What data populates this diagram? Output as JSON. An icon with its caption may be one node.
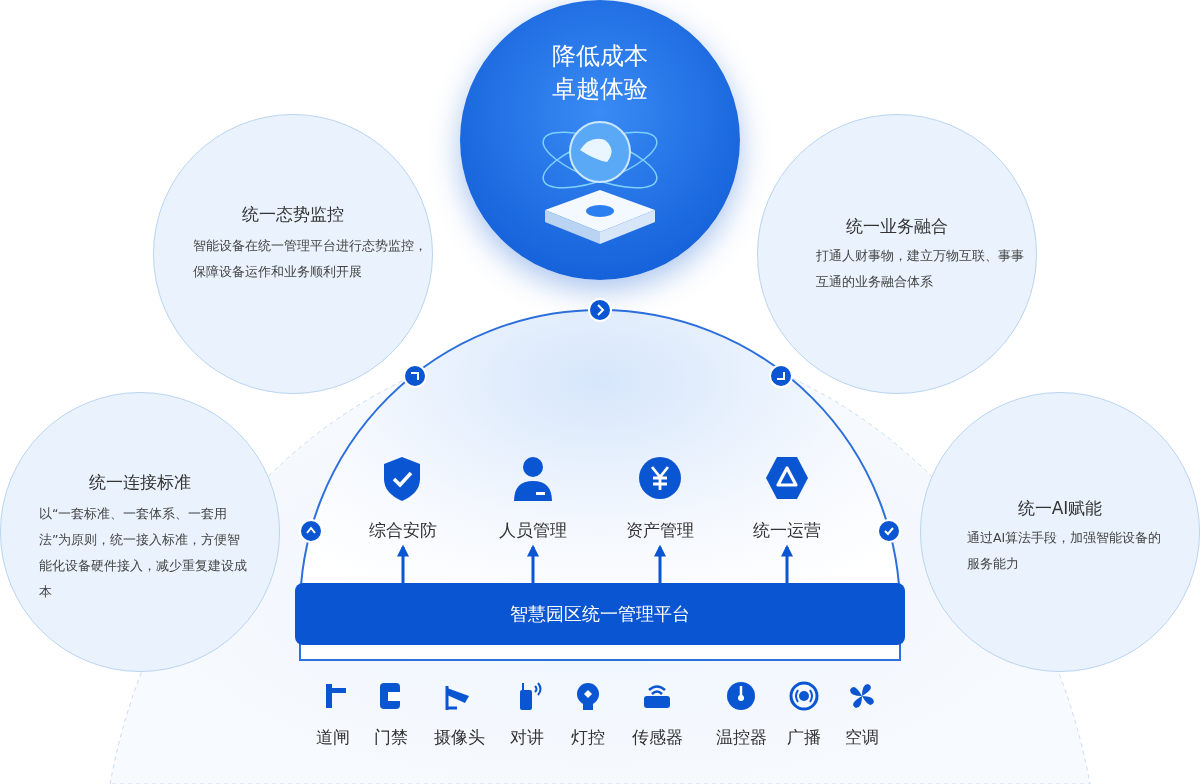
{
  "diagram": {
    "nodes": [
      {
        "text": [
          "降低成本卓越体验"
        ]
      },
      {
        "text": [
          "统一态势监控",
          "智能设备在统一管理平台进行态势监控，保障设备运作和业务顺利开展"
        ]
      },
      {
        "text": [
          "统一业务融合",
          "打通人财事物，建立万物互联、事事互通的业务融合体系"
        ]
      },
      {
        "text": [
          "统一连接标准",
          "以“一套标准、一套体系、一套用法”为原则，统一接入标准，方便智能化设备硬件接入，减少重复建设成本"
        ]
      },
      {
        "text": [
          "统一AI赋能",
          "通过AI算法手段，加强智能设备的服务能力"
        ]
      },
      {
        "text": [
          "综合安防"
        ]
      },
      {
        "text": [
          "人员管理"
        ]
      },
      {
        "text": [
          "资产管理"
        ]
      },
      {
        "text": [
          "统一运营"
        ]
      },
      {
        "text": [
          "智慧园区统一管理平台"
        ]
      }
    ],
    "edges": [
      {
        "from": 9,
        "to": 5,
        "arrow": "to"
      },
      {
        "from": 9,
        "to": 6,
        "arrow": "to"
      },
      {
        "from": 9,
        "to": 7,
        "arrow": "to"
      },
      {
        "from": 9,
        "to": 8,
        "arrow": "to"
      }
    ],
    "labels": [
      "道闸",
      "门禁",
      "摄像头",
      "对讲",
      "灯控",
      "传感器",
      "温控器",
      "广播",
      "空调"
    ]
  }
}
